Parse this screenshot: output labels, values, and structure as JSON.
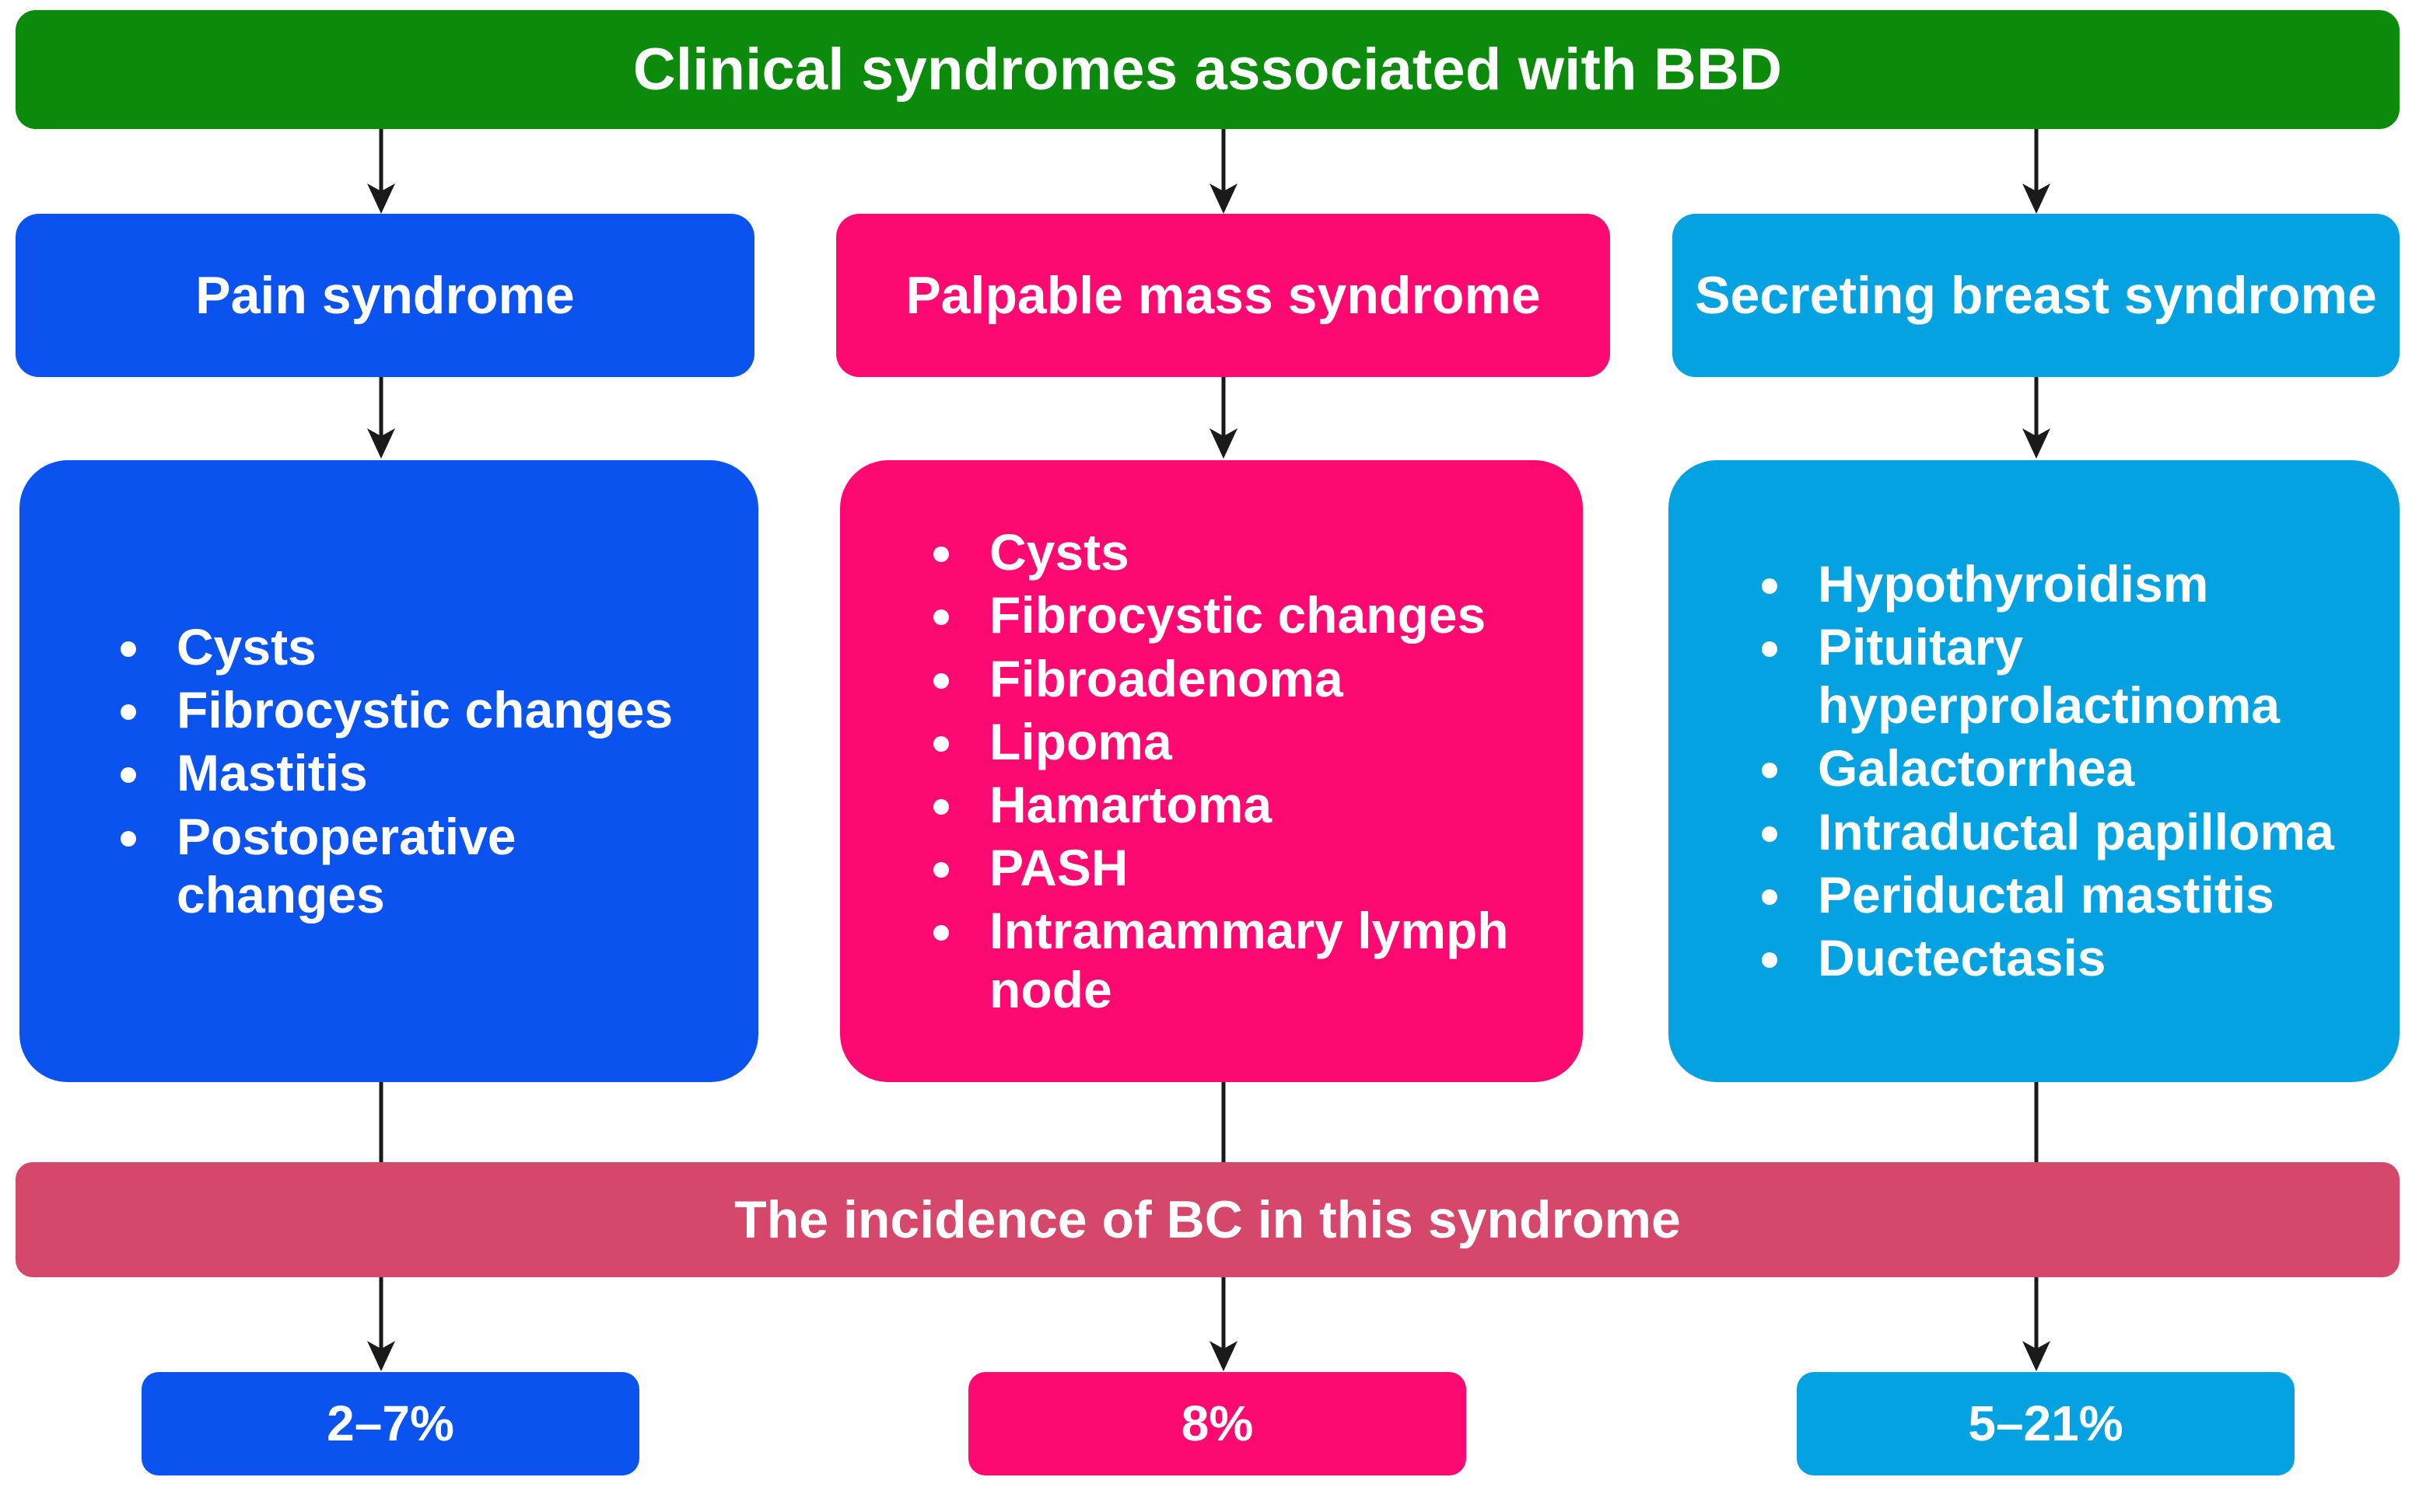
{
  "header": {
    "title": "Clinical syndromes associated with BBD",
    "color": "#0b8a0b"
  },
  "columns": [
    {
      "title": "Pain syndrome",
      "color": "#0b53ee",
      "conditions": [
        "Cysts",
        "Fibrocystic changes",
        "Mastitis",
        "Postoperative changes"
      ],
      "incidence": "2–7%"
    },
    {
      "title": "Palpable mass syndrome",
      "color": "#fc0a72",
      "conditions": [
        "Cysts",
        "Fibrocystic changes",
        "Fibroadenoma",
        "Lipoma",
        "Hamartoma",
        "PASH",
        "Intramammary lymph node"
      ],
      "incidence": "8%"
    },
    {
      "title": "Secreting breast syndrome",
      "color": "#05a2e2",
      "conditions": [
        "Hypothyroidism",
        "Pituitary hyperprolactinoma",
        "Galactorrhea",
        "Intraductal papilloma",
        "Periductal mastitis",
        "Ductectasis"
      ],
      "incidence": "5–21%"
    }
  ],
  "incidence_bar": {
    "label": "The incidence of BC in this syndrome",
    "color": "#d6486b"
  }
}
